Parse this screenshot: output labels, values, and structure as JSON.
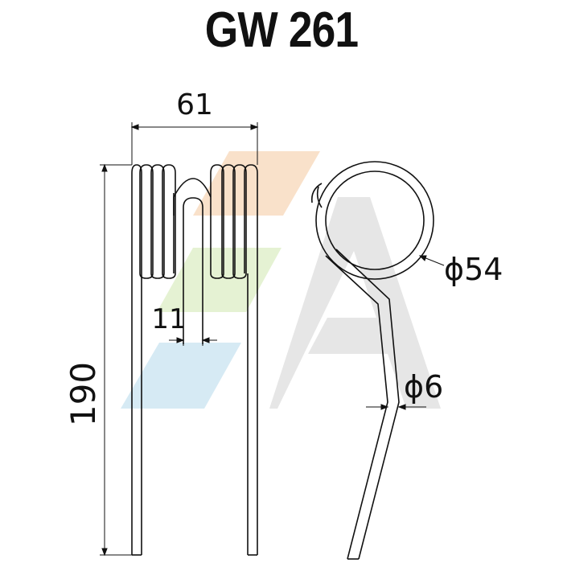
{
  "title": "GW 261",
  "dimensions": {
    "width": "61",
    "height": "190",
    "gap": "11",
    "coil_diameter": "ϕ54",
    "wire_diameter": "ϕ6"
  },
  "colors": {
    "line": "#111111",
    "watermark_orange": "#f7d9bd",
    "watermark_green": "#dfefc8",
    "watermark_blue": "#cfe6f2",
    "watermark_gray": "#e3e3e3"
  }
}
